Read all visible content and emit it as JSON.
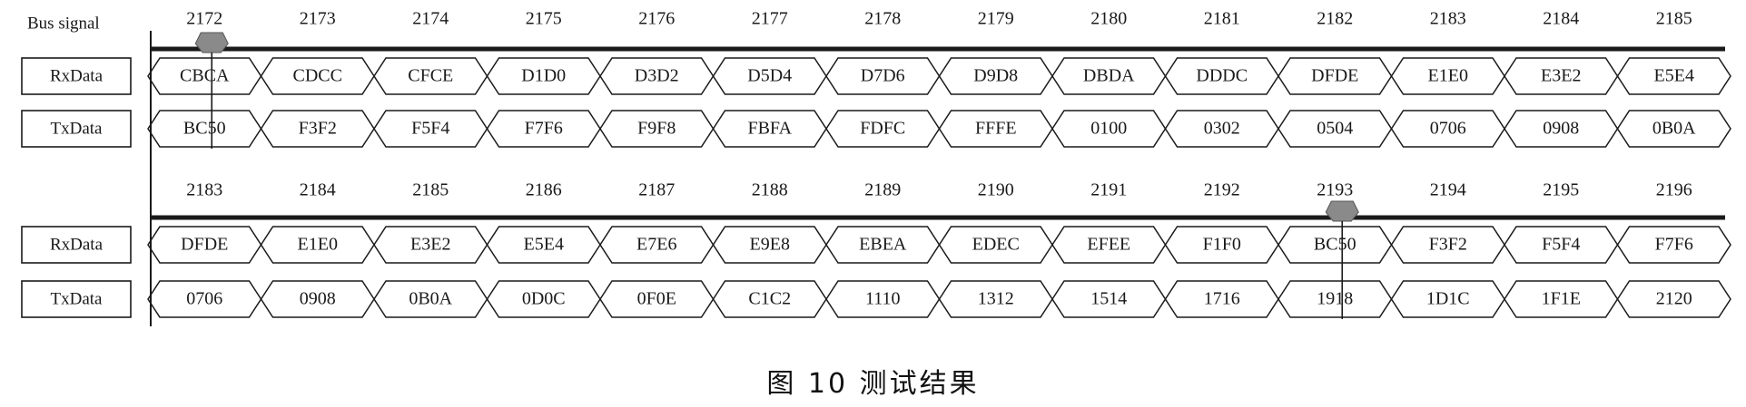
{
  "header_label": "Bus signal",
  "caption": "图 10   测试结果",
  "colors": {
    "ink": "#1a1a1a",
    "marker": "#8a8a8a"
  },
  "panels": [
    {
      "cycles": [
        "2172",
        "2173",
        "2174",
        "2175",
        "2176",
        "2177",
        "2178",
        "2179",
        "2180",
        "2181",
        "2182",
        "2183",
        "2184",
        "2185"
      ],
      "rows": [
        {
          "label": "RxData",
          "values": [
            "CBCA",
            "CDCC",
            "CFCE",
            "D1D0",
            "D3D2",
            "D5D4",
            "D7D6",
            "D9D8",
            "DBDA",
            "DDDC",
            "DFDE",
            "E1E0",
            "E3E2",
            "E5E4"
          ]
        },
        {
          "label": "TxData",
          "values": [
            "BC50",
            "F3F2",
            "F5F4",
            "F7F6",
            "F9F8",
            "FBFA",
            "FDFC",
            "FFFE",
            "0100",
            "0302",
            "0504",
            "0706",
            "0908",
            "0B0A"
          ]
        }
      ],
      "marker_cycle": "2172"
    },
    {
      "cycles": [
        "2183",
        "2184",
        "2185",
        "2186",
        "2187",
        "2188",
        "2189",
        "2190",
        "2191",
        "2192",
        "2193",
        "2194",
        "2195",
        "2196"
      ],
      "rows": [
        {
          "label": "RxData",
          "values": [
            "DFDE",
            "E1E0",
            "E3E2",
            "E5E4",
            "E7E6",
            "E9E8",
            "EBEA",
            "EDEC",
            "EFEE",
            "F1F0",
            "BC50",
            "F3F2",
            "F5F4",
            "F7F6"
          ]
        },
        {
          "label": "TxData",
          "values": [
            "0706",
            "0908",
            "0B0A",
            "0D0C",
            "0F0E",
            "C1C2",
            "1110",
            "1312",
            "1514",
            "1716",
            "1918",
            "1D1C",
            "1F1E",
            "2120"
          ]
        }
      ],
      "marker_cycle": "2193"
    }
  ]
}
